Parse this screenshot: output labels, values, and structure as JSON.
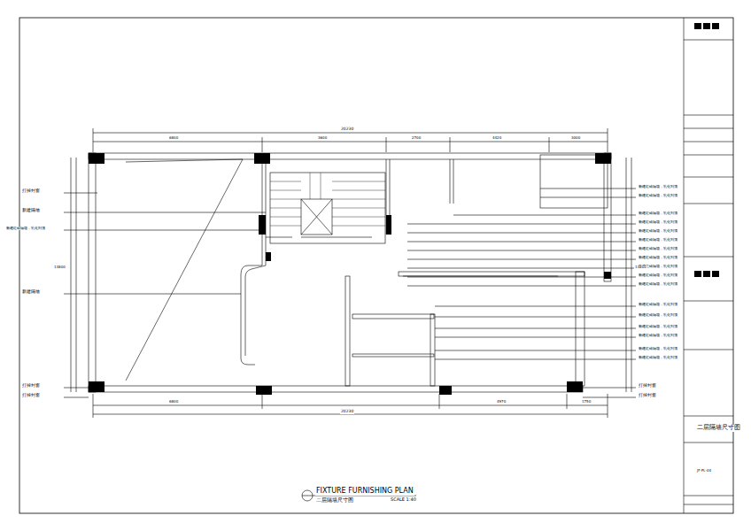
{
  "diagram": {
    "title": "FIXTURE FURNISHING PLAN",
    "caption": "二层隔墙尺寸图",
    "labels": [
      "SCALE 1:40",
      "二层隔墙尺寸图",
      "JF-PL-04",
      "打掉封窗",
      "新建隔墙",
      "新建红砖隔墙，乳化到顶",
      "新建隔墙",
      "打掉封窗",
      "打掉封窗",
      "新建红砖隔墙，乳化到顶",
      "新建红砖隔墙，乳化到顶",
      "新建红砖隔墙，乳化到顶",
      "新建红砖隔墙，乳化到顶",
      "新建红砖隔墙，乳化到顶",
      "新建红砖隔墙，乳化到顶",
      "新建红砖隔墙，乳化到顶",
      "新建红砖隔墙，乳化到顶",
      "新建红砖隔墙，乳化到顶",
      "新建红砖隔墙，乳化到顶",
      "新建红砖隔墙，乳化到顶",
      "新建红砖隔墙，乳化到顶",
      "新建红砖隔墙，乳化到顶",
      "新建红砖隔墙，乳化到顶",
      "新建红砖隔墙，乳化到顶",
      "新建红砖隔墙，乳化到顶",
      "新建红砖隔墙，乳化到顶",
      "打掉封窗",
      "打掉封窗",
      "20230",
      "6800",
      "3600",
      "2700",
      "4420",
      "3000",
      "6800",
      "20230",
      "4970",
      "1750",
      "13800",
      "13800"
    ]
  }
}
